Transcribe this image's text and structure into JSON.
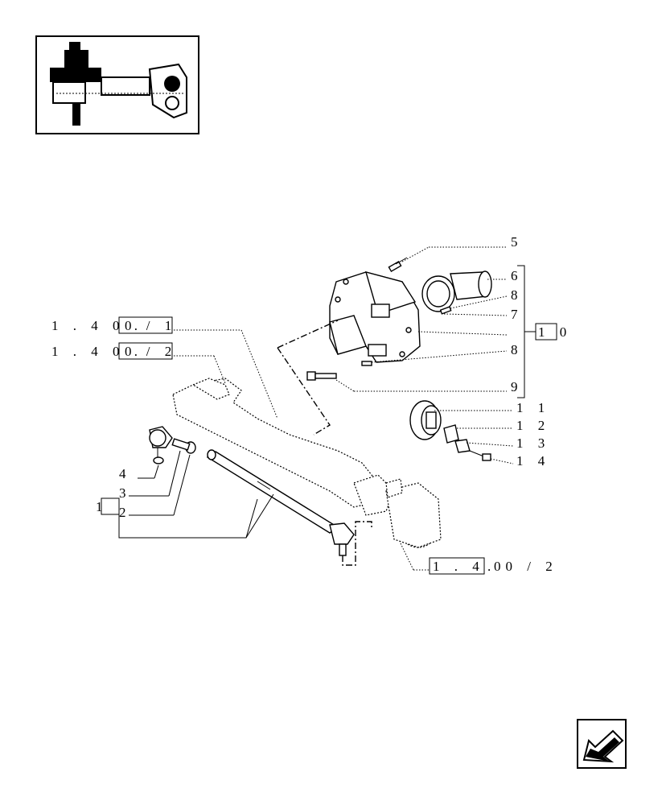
{
  "thumbnail": {
    "icon": "axle-assembly-thumbnail"
  },
  "callouts": {
    "ref_top": {
      "prefix": "1 . 4 0 .",
      "boxed": "0 / 1"
    },
    "ref_mid": {
      "prefix": "1 . 4 0 .",
      "boxed": "0 / 2"
    },
    "ref_bottom": {
      "boxed": "1 . 4 0",
      "suffix": ". 0 / 2"
    },
    "group_left": "1",
    "group_right": "1 0",
    "items": [
      "5",
      "6",
      "8",
      "7",
      "8",
      "9",
      "1 1",
      "1 2",
      "1 3",
      "1 4",
      "4",
      "3",
      "2"
    ]
  },
  "nav": {
    "icon": "back-arrow-icon"
  }
}
